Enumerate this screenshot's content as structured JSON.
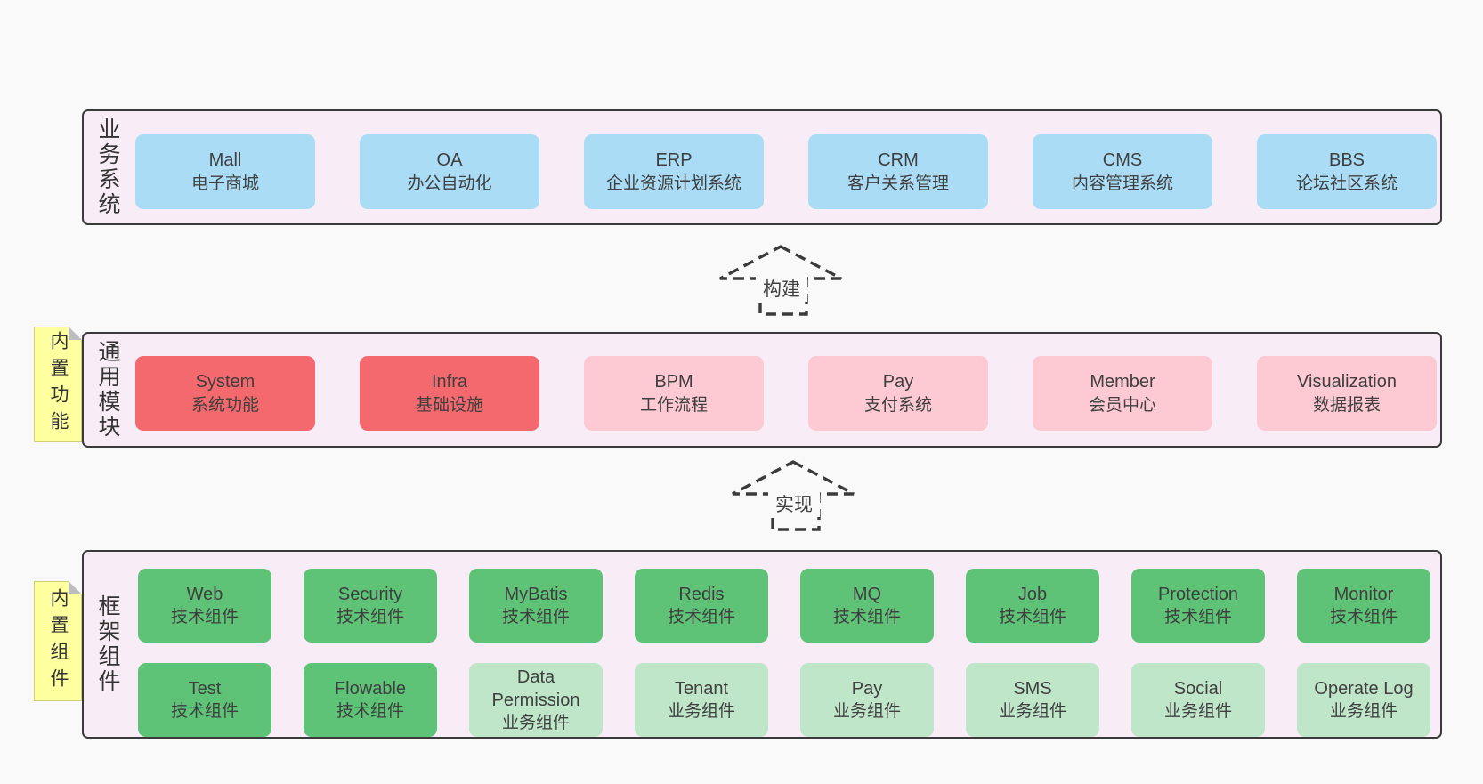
{
  "colors": {
    "page-bg": "#f9f9f9",
    "container-bg": "#f8edf6",
    "container-border": "#3a3a3a",
    "blue": "#aadcf6",
    "red": "#f4696d",
    "pink": "#fdc9d3",
    "green-dark": "#5ec377",
    "green-light": "#bfe6c9",
    "tag-bg": "#feff9e",
    "tag-border": "#cfcf7a",
    "fold-gray": "#bdbdbd",
    "text": "#3f3f3f"
  },
  "layers": {
    "business": {
      "title": "业务系统",
      "boxes": [
        {
          "name": "Mall",
          "sub": "电子商城",
          "variant": "blue"
        },
        {
          "name": "OA",
          "sub": "办公自动化",
          "variant": "blue"
        },
        {
          "name": "ERP",
          "sub": "企业资源计划系统",
          "variant": "blue"
        },
        {
          "name": "CRM",
          "sub": "客户关系管理",
          "variant": "blue"
        },
        {
          "name": "CMS",
          "sub": "内容管理系统",
          "variant": "blue"
        },
        {
          "name": "BBS",
          "sub": "论坛社区系统",
          "variant": "blue"
        }
      ]
    },
    "modules": {
      "title": "通用模块",
      "tag": "内置功能",
      "boxes": [
        {
          "name": "System",
          "sub": "系统功能",
          "variant": "red"
        },
        {
          "name": "Infra",
          "sub": "基础设施",
          "variant": "red"
        },
        {
          "name": "BPM",
          "sub": "工作流程",
          "variant": "pink"
        },
        {
          "name": "Pay",
          "sub": "支付系统",
          "variant": "pink"
        },
        {
          "name": "Member",
          "sub": "会员中心",
          "variant": "pink"
        },
        {
          "name": "Visualization",
          "sub": "数据报表",
          "variant": "pink"
        }
      ]
    },
    "components": {
      "title": "框架组件",
      "tag": "内置组件",
      "row1": [
        {
          "name": "Web",
          "sub": "技术组件",
          "variant": "green-dark"
        },
        {
          "name": "Security",
          "sub": "技术组件",
          "variant": "green-dark"
        },
        {
          "name": "MyBatis",
          "sub": "技术组件",
          "variant": "green-dark"
        },
        {
          "name": "Redis",
          "sub": "技术组件",
          "variant": "green-dark"
        },
        {
          "name": "MQ",
          "sub": "技术组件",
          "variant": "green-dark"
        },
        {
          "name": "Job",
          "sub": "技术组件",
          "variant": "green-dark"
        },
        {
          "name": "Protection",
          "sub": "技术组件",
          "variant": "green-dark"
        },
        {
          "name": "Monitor",
          "sub": "技术组件",
          "variant": "green-dark"
        }
      ],
      "row2": [
        {
          "name": "Test",
          "sub": "技术组件",
          "variant": "green-dark"
        },
        {
          "name": "Flowable",
          "sub": "技术组件",
          "variant": "green-dark"
        },
        {
          "name": "Data Permission",
          "sub": "业务组件",
          "variant": "green-light"
        },
        {
          "name": "Tenant",
          "sub": "业务组件",
          "variant": "green-light"
        },
        {
          "name": "Pay",
          "sub": "业务组件",
          "variant": "green-light"
        },
        {
          "name": "SMS",
          "sub": "业务组件",
          "variant": "green-light"
        },
        {
          "name": "Social",
          "sub": "业务组件",
          "variant": "green-light"
        },
        {
          "name": "Operate Log",
          "sub": "业务组件",
          "variant": "green-light"
        }
      ]
    }
  },
  "arrows": [
    {
      "label": "构建"
    },
    {
      "label": "实现"
    }
  ]
}
